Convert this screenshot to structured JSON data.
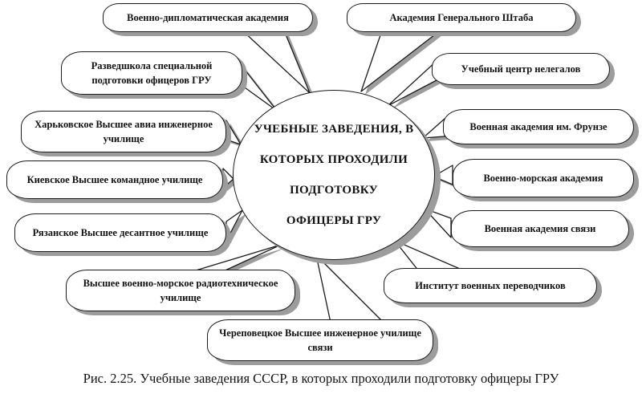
{
  "diagram": {
    "center": {
      "text": "УЧЕБНЫЕ ЗАВЕДЕНИЯ, В\nКОТОРЫХ ПРОХОДИЛИ\nПОДГОТОВКУ\nОФИЦЕРЫ ГРУ"
    },
    "bubbles": [
      {
        "label": "Военно-дипломатическая академия"
      },
      {
        "label": "Академия Генерального Штаба"
      },
      {
        "label": "Разведшкола специальной подготовки офицеров ГРУ"
      },
      {
        "label": "Учебный центр нелегалов"
      },
      {
        "label": "Харьковское Высшее авиа инженерное училище"
      },
      {
        "label": "Военная академия им. Фрунзе"
      },
      {
        "label": "Киевское Высшее командное училище"
      },
      {
        "label": "Военно-морская академия"
      },
      {
        "label": "Рязанское Высшее десантное училище"
      },
      {
        "label": "Военная академия связи"
      },
      {
        "label": "Высшее военно-морское радиотехническое училище"
      },
      {
        "label": "Институт военных переводчиков"
      },
      {
        "label": "Череповецкое Высшее инженерное училище связи"
      }
    ],
    "caption": "Рис. 2.25. Учебные заведения СССР, в которых проходили подготовку офицеры ГРУ",
    "colors": {
      "outline": "#1b1b1b",
      "fill": "#ffffff",
      "shadow": "#9c9c9c"
    }
  }
}
